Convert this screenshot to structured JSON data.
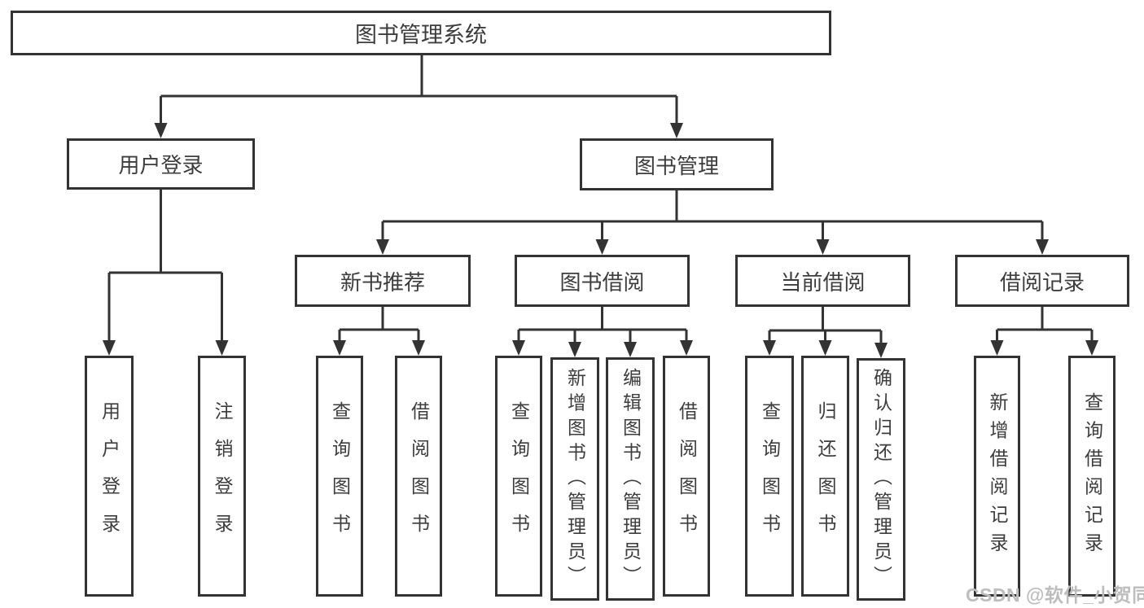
{
  "diagram": {
    "root": {
      "label": "图书管理系统"
    },
    "user_login_branch": {
      "label": "用户登录",
      "children": [
        {
          "label": "用户登录"
        },
        {
          "label": "注销登录"
        }
      ]
    },
    "book_mgmt_branch": {
      "label": "图书管理",
      "sections": [
        {
          "label": "新书推荐",
          "children": [
            {
              "label": "查询图书"
            },
            {
              "label": "借阅图书"
            }
          ]
        },
        {
          "label": "图书借阅",
          "children": [
            {
              "label": "查询图书"
            },
            {
              "label": "新增图书（管理员）"
            },
            {
              "label": "编辑图书（管理员）"
            },
            {
              "label": "借阅图书"
            }
          ]
        },
        {
          "label": "当前借阅",
          "children": [
            {
              "label": "查询图书"
            },
            {
              "label": "归还图书"
            },
            {
              "label": "确认归还（管理员）"
            }
          ]
        },
        {
          "label": "借阅记录",
          "children": [
            {
              "label": "新增借阅记录"
            },
            {
              "label": "查询借阅记录"
            }
          ]
        }
      ]
    },
    "watermark": "CSDN @软件_小贺同学"
  },
  "colors": {
    "line": "#333333",
    "text": "#3d3d3d",
    "box_background": "#ffffff",
    "page_background": "#ffffff",
    "watermark": "#bdbdbd"
  }
}
